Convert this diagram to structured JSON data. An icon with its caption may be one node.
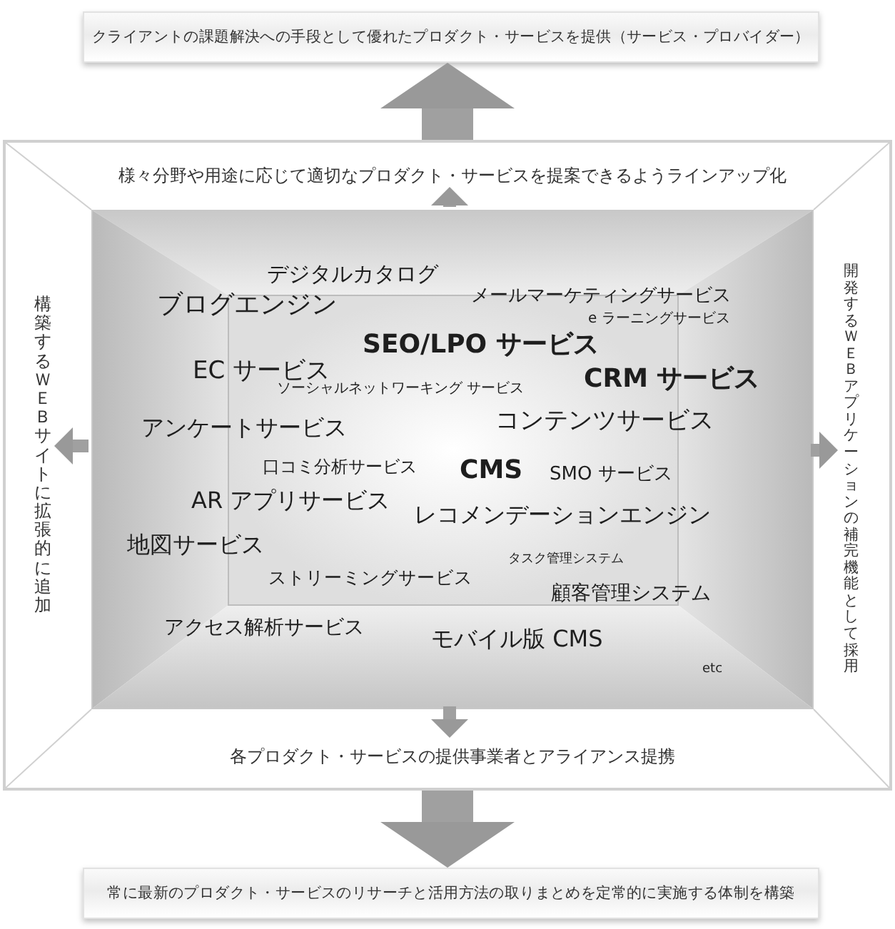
{
  "diagram": {
    "nodes": [
      {
        "text": [
          "クライアントの課題解決への手段として優れたプロダクト・サービスを提供（サービス・プロバイダー）"
        ]
      },
      {
        "text": [],
        "shape": "box"
      },
      {
        "text": [
          "様々分野や用途に応じて適切なプロダクト・サービスを提案できるようラインアップ化"
        ],
        "in": 1
      },
      {
        "text": [
          "構築するＷＥＢサイトに拡張的に追加"
        ],
        "in": 1
      },
      {
        "text": [
          "デジタルカタログ",
          "ブログエンジン",
          "メールマーケティングサービス",
          "e ラーニングサービス",
          "SEO/LPO サービス",
          "EC サービス",
          "ソーシャルネットワーキング サービス",
          "CRM サービス",
          "アンケートサービス",
          "コンテンツサービス",
          "口コミ分析サービス",
          "CMS",
          "SMO サービス",
          "AR アプリサービス",
          "レコメンデーションエンジン",
          "地図サービス",
          "ストリーミングサービス",
          "タスク管理システム",
          "顧客管理システム",
          "アクセス解析サービス",
          "モバイル版 CMS",
          "etc"
        ],
        "in": 1
      },
      {
        "text": [
          "開発するＷＥＢアプリケーションの補完機能として採用"
        ],
        "in": 1
      },
      {
        "text": [
          "各プロダクト・サービスの提供事業者とアライアンス提携"
        ],
        "in": 1
      },
      {
        "text": [
          "常に最新のプロダクト・サービスのリサーチと活用方法の取りまとめを定常的に実施する体制を構築"
        ]
      }
    ],
    "edges": [
      {
        "from": 1,
        "to": 0,
        "arrow": "to",
        "style": "thick"
      },
      {
        "from": 4,
        "to": 2,
        "arrow": "to"
      },
      {
        "from": 4,
        "to": 3,
        "arrow": "to"
      },
      {
        "from": 4,
        "to": 5,
        "arrow": "to"
      },
      {
        "from": 4,
        "to": 6,
        "arrow": "to"
      },
      {
        "from": 1,
        "to": 7,
        "arrow": "to",
        "style": "thick"
      }
    ]
  }
}
